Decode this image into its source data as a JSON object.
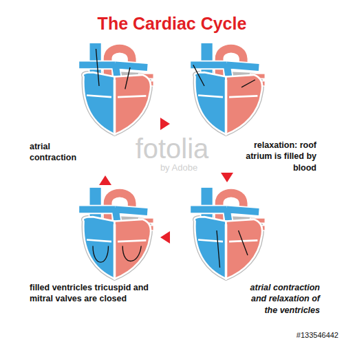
{
  "diagram": {
    "title": "The Cardiac Cycle",
    "labels": [
      "atrial contraction",
      "fotolia",
      "by Adobe",
      "relaxation: roof atrium is filled by blood",
      "filled ventricles tricuspid and mitral valves are closed",
      "atrial contraction and relaxation of the ventricles",
      "#133546442"
    ]
  }
}
